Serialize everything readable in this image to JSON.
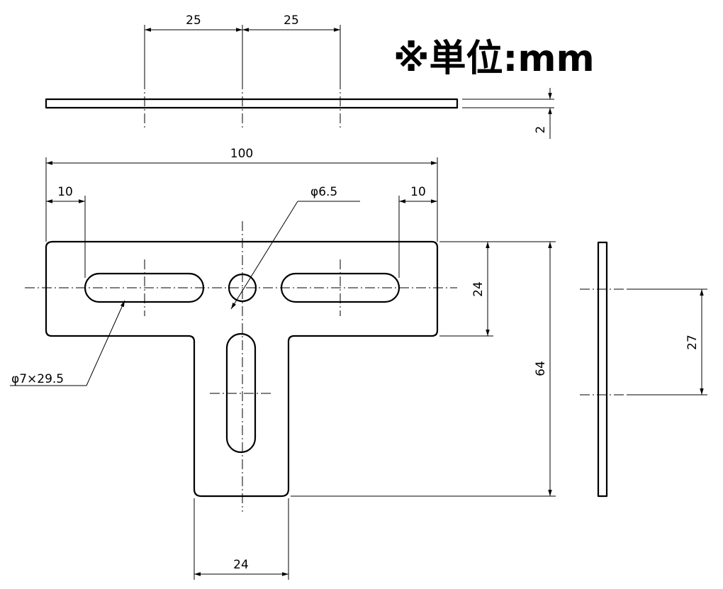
{
  "unit_label": "※単位:mm",
  "dimensions": {
    "top_spacing_left": "25",
    "top_spacing_right": "25",
    "thickness": "2",
    "overall_width": "100",
    "left_margin": "10",
    "right_margin": "10",
    "hole_diameter": "φ6.5",
    "slot_size": "φ7×29.5",
    "arm_height": "24",
    "overall_height": "64",
    "stem_width": "24",
    "side_hole_spacing": "27"
  }
}
